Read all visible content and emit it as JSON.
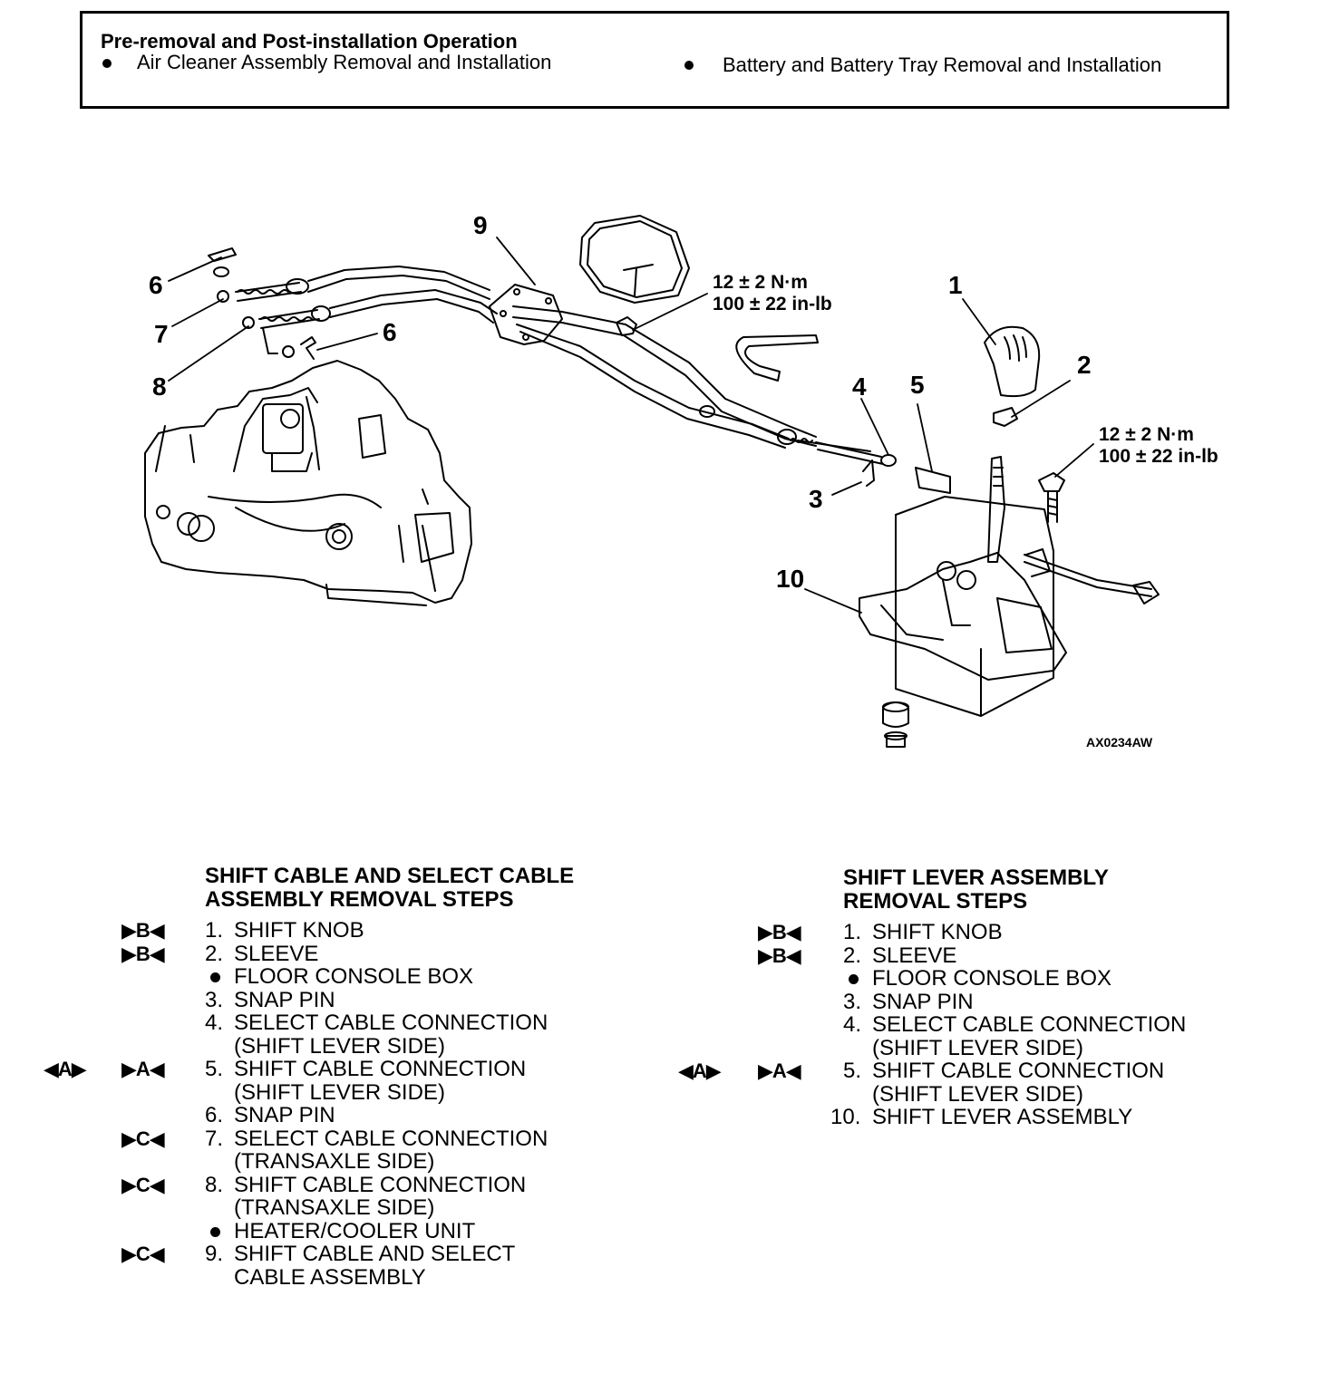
{
  "pre_removal": {
    "title": "Pre-removal and Post-installation Operation",
    "items": [
      "Air Cleaner Assembly Removal and Installation",
      "Battery and Battery Tray Removal and Installation"
    ]
  },
  "diagram": {
    "callouts": [
      "1",
      "2",
      "3",
      "4",
      "5",
      "6",
      "6",
      "7",
      "8",
      "9",
      "10"
    ],
    "torque_1": {
      "line1": "12 ± 2 N·m",
      "line2": "100 ± 22 in-lb"
    },
    "torque_2": {
      "line1": "12 ± 2 N·m",
      "line2": "100 ± 22 in-lb"
    },
    "drawing_code": "AX0234AW"
  },
  "left_steps": {
    "heading_line1": "SHIFT CABLE AND SELECT CABLE",
    "heading_line2": "ASSEMBLY REMOVAL STEPS",
    "rows": [
      {
        "sym_a": "",
        "sym_b": "▶B◀",
        "num": "1.",
        "text": "SHIFT KNOB",
        "cont": ""
      },
      {
        "sym_a": "",
        "sym_b": "▶B◀",
        "num": "2.",
        "text": "SLEEVE",
        "cont": ""
      },
      {
        "sym_a": "",
        "sym_b": "",
        "num": "•",
        "text": "FLOOR CONSOLE BOX",
        "cont": ""
      },
      {
        "sym_a": "",
        "sym_b": "",
        "num": "3.",
        "text": "SNAP PIN",
        "cont": ""
      },
      {
        "sym_a": "",
        "sym_b": "",
        "num": "4.",
        "text": "SELECT CABLE CONNECTION",
        "cont": "(SHIFT LEVER SIDE)"
      },
      {
        "sym_a": "◀A▶",
        "sym_b": "▶A◀",
        "num": "5.",
        "text": "SHIFT CABLE CONNECTION",
        "cont": "(SHIFT LEVER SIDE)"
      },
      {
        "sym_a": "",
        "sym_b": "",
        "num": "6.",
        "text": "SNAP PIN",
        "cont": ""
      },
      {
        "sym_a": "",
        "sym_b": "▶C◀",
        "num": "7.",
        "text": "SELECT CABLE CONNECTION",
        "cont": "(TRANSAXLE SIDE)"
      },
      {
        "sym_a": "",
        "sym_b": "▶C◀",
        "num": "8.",
        "text": "SHIFT CABLE CONNECTION",
        "cont": "(TRANSAXLE SIDE)"
      },
      {
        "sym_a": "",
        "sym_b": "",
        "num": "•",
        "text": "HEATER/COOLER UNIT",
        "cont": ""
      },
      {
        "sym_a": "",
        "sym_b": "▶C◀",
        "num": "9.",
        "text": "SHIFT CABLE AND SELECT",
        "cont": "CABLE ASSEMBLY"
      }
    ]
  },
  "right_steps": {
    "heading_line1": "SHIFT LEVER ASSEMBLY",
    "heading_line2": "REMOVAL STEPS",
    "rows": [
      {
        "sym_a": "",
        "sym_b": "▶B◀",
        "num": "1.",
        "text": "SHIFT KNOB",
        "cont": ""
      },
      {
        "sym_a": "",
        "sym_b": "▶B◀",
        "num": "2.",
        "text": "SLEEVE",
        "cont": ""
      },
      {
        "sym_a": "",
        "sym_b": "",
        "num": "•",
        "text": "FLOOR CONSOLE BOX",
        "cont": ""
      },
      {
        "sym_a": "",
        "sym_b": "",
        "num": "3.",
        "text": "SNAP PIN",
        "cont": ""
      },
      {
        "sym_a": "",
        "sym_b": "",
        "num": "4.",
        "text": "SELECT CABLE CONNECTION",
        "cont": "(SHIFT LEVER SIDE)"
      },
      {
        "sym_a": "◀A▶",
        "sym_b": "▶A◀",
        "num": "5.",
        "text": "SHIFT CABLE CONNECTION",
        "cont": "(SHIFT LEVER SIDE)"
      },
      {
        "sym_a": "",
        "sym_b": "",
        "num": "10.",
        "text": "SHIFT LEVER ASSEMBLY",
        "cont": ""
      }
    ]
  }
}
